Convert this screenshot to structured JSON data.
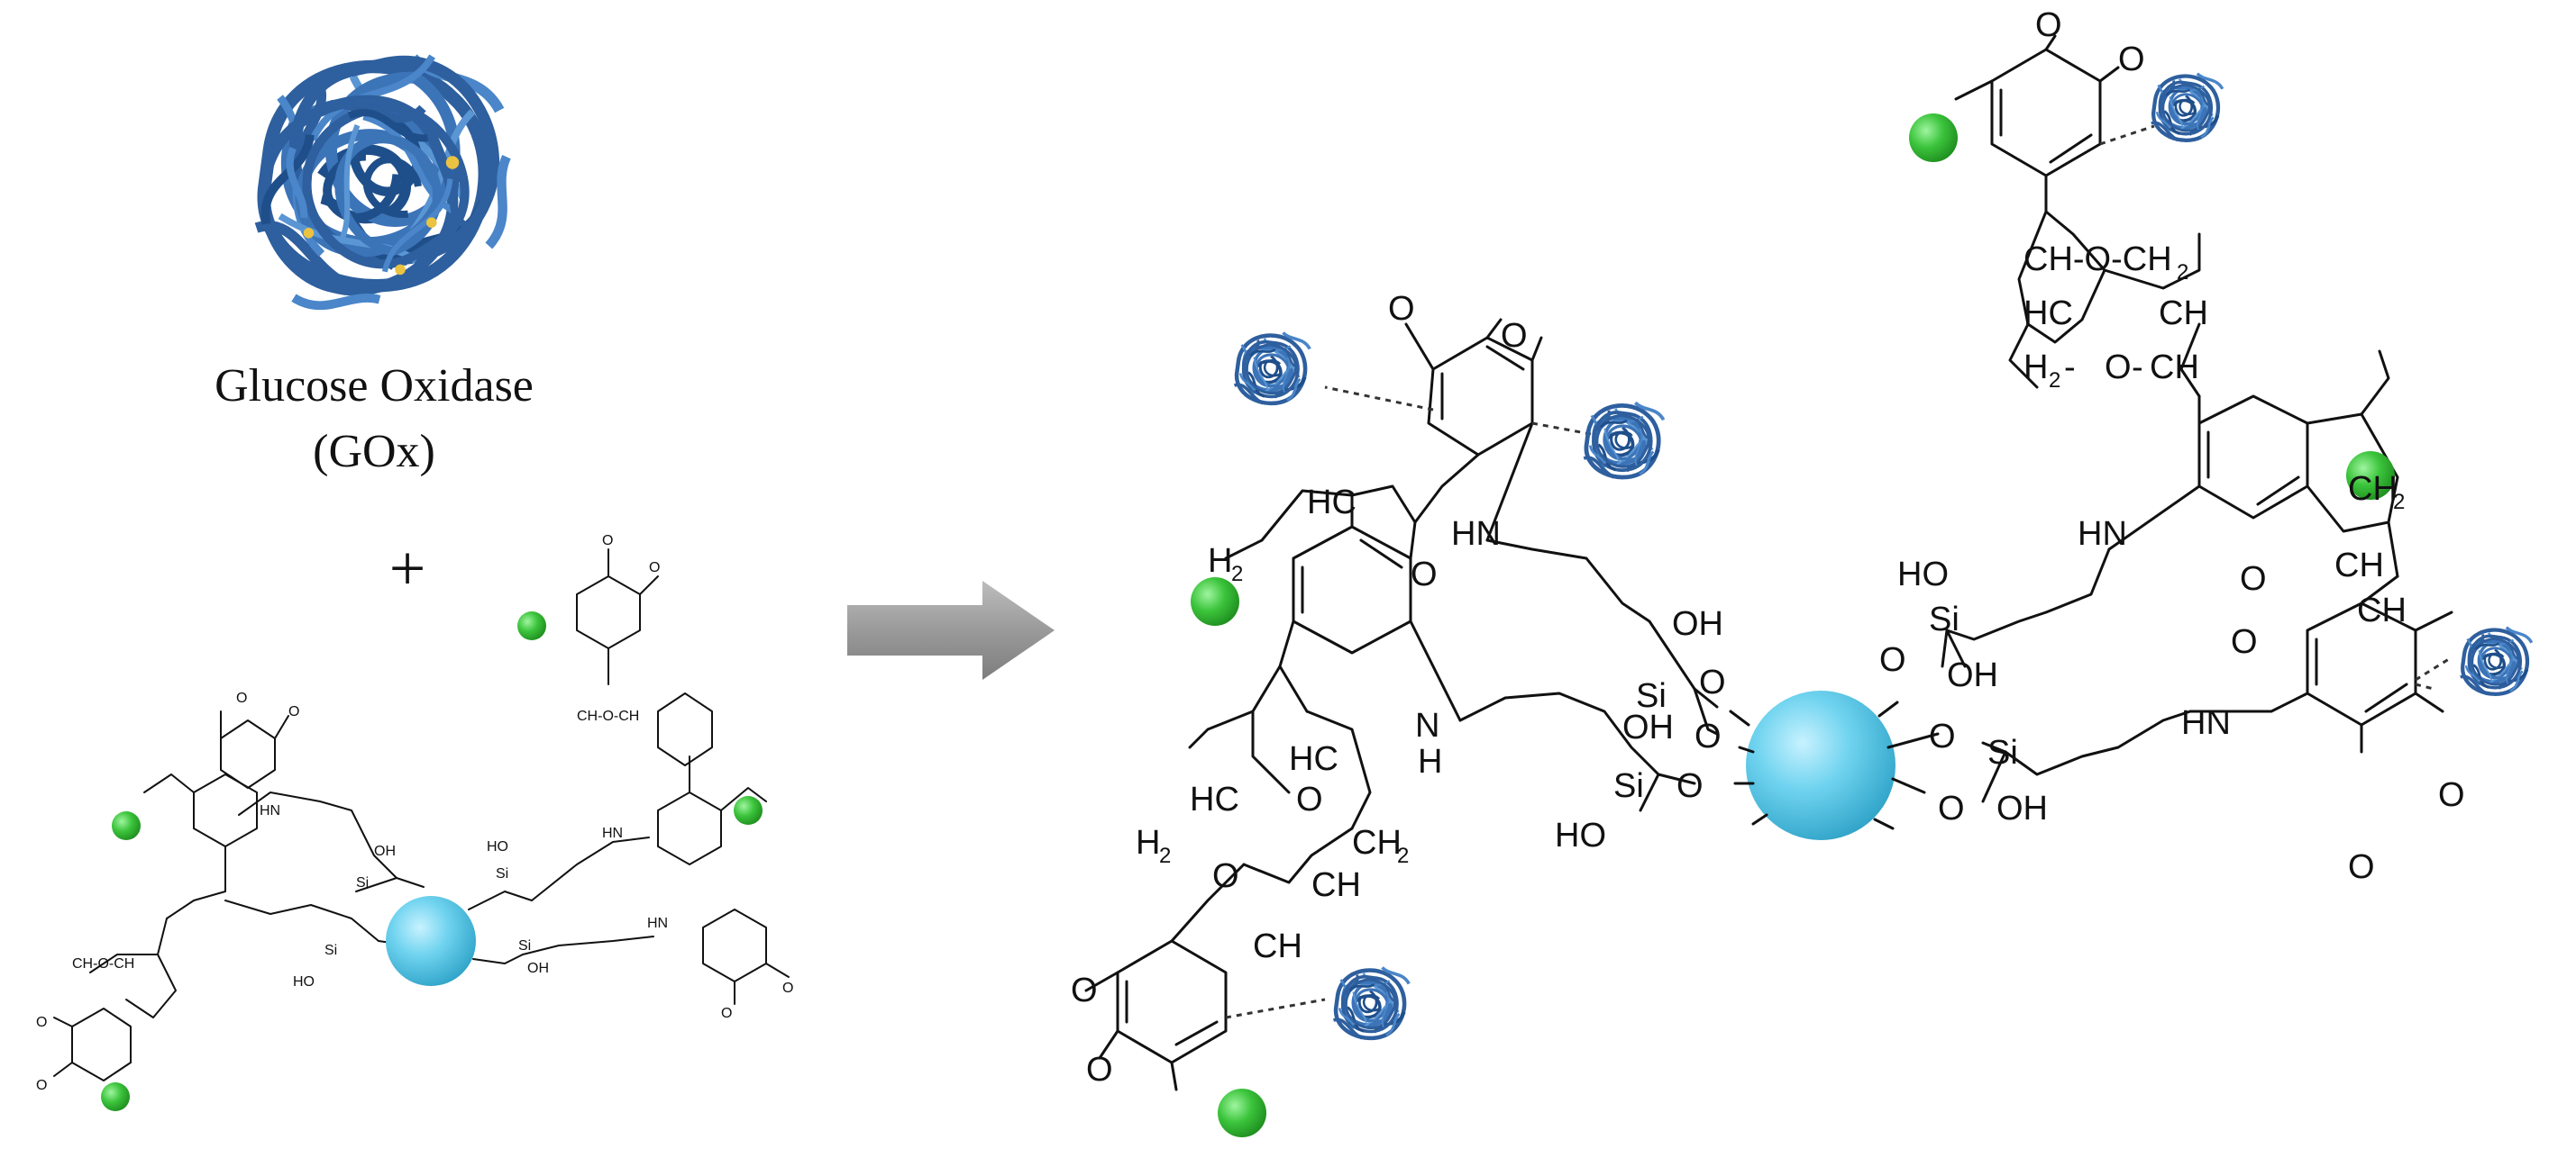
{
  "reactant": {
    "enzyme_name": "Glucose Oxidase",
    "enzyme_abbr": "(GOx)",
    "plus": "+"
  },
  "arrow": {
    "direction": "right"
  },
  "colors": {
    "nanoparticle": "#4fc3e0",
    "chloro_group": "#3cc43c",
    "enzyme": "#2e5f9e",
    "arrow": "#9a9a9a",
    "bond": "#111111"
  },
  "atoms": {
    "O": "O",
    "OH": "OH",
    "HO": "HO",
    "Si": "Si",
    "HN": "HN",
    "NH": "N",
    "H": "H",
    "HC": "HC",
    "CH": "CH",
    "CH2": "CH",
    "H2C": "H",
    "sub2": "2",
    "CHO": "CH-O-CH",
    "dash": "-"
  }
}
